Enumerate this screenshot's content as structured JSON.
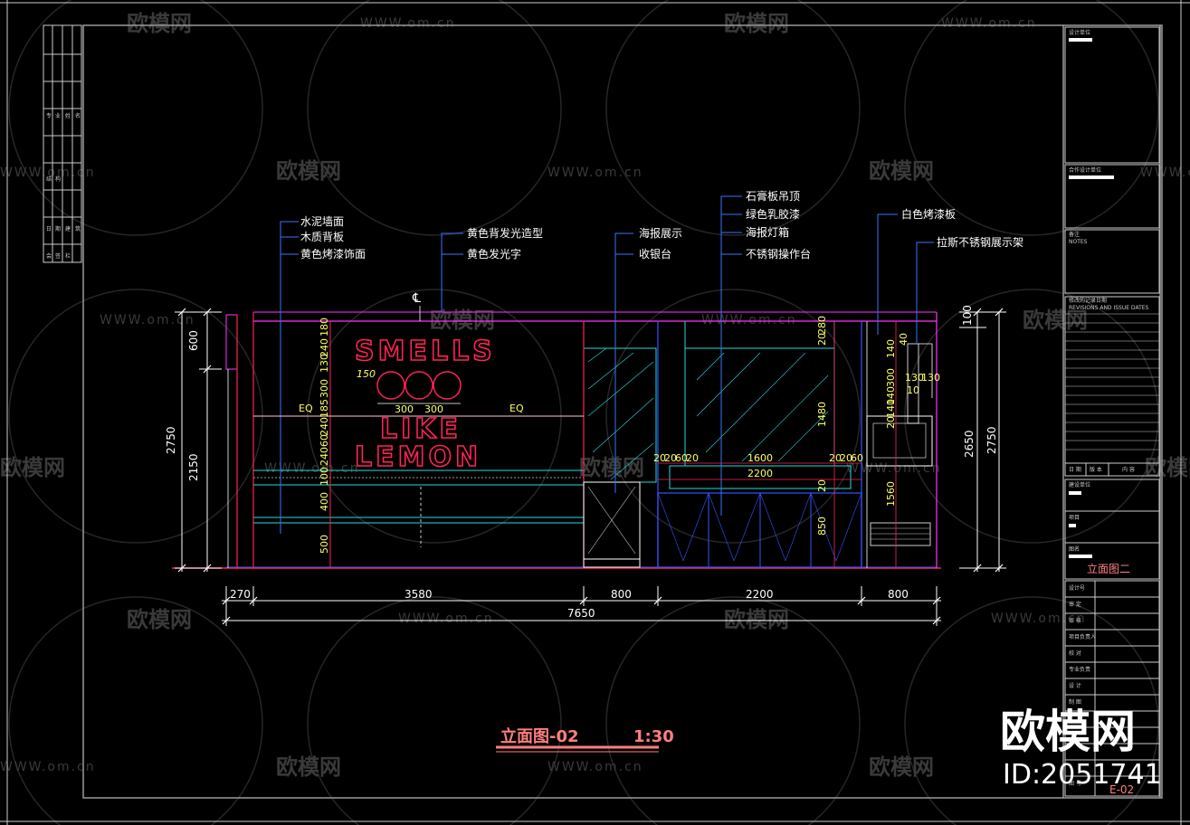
{
  "drawing": {
    "title": "立面图-02",
    "scale": "1:30",
    "sheet_name": "立面图二",
    "sheet_no": "E-02",
    "centerline": "℄"
  },
  "colors": {
    "background": "#000000",
    "frame": "#9a9a9a",
    "dimension": "#ffffff",
    "dimension_text": "#ffff66",
    "leader": "#3377ff",
    "wall": "#ff2255",
    "magenta": "#ff33ff",
    "cyan": "#22dddd",
    "green": "#33ff33",
    "title": "#ff7f7f"
  },
  "sign": {
    "line1": "SMELLS",
    "line2": "LIKE",
    "line3": "LEMON"
  },
  "annotations": {
    "group1": [
      "水泥墙面",
      "木质背板",
      "黄色烤漆饰面"
    ],
    "group2": [
      "黄色背发光造型",
      "黄色发光字"
    ],
    "group3": [
      "海报展示",
      "收银台"
    ],
    "group4": [
      "石膏板吊顶",
      "绿色乳胶漆",
      "海报灯箱",
      "不锈钢操作台"
    ],
    "group5": [
      "白色烤漆板"
    ],
    "group6": [
      "拉斯不锈钢展示架"
    ]
  },
  "dimensions": {
    "bottom": [
      "270",
      "3580",
      "800",
      "2200",
      "800"
    ],
    "total": "7650",
    "left": [
      "600",
      "2150",
      "2750"
    ],
    "right": [
      "2650",
      "2750",
      "100"
    ],
    "sign_vertical": [
      "180",
      "240",
      "130",
      "240",
      "300",
      "185",
      "240",
      "60",
      "240",
      "100",
      "240",
      "100",
      "400",
      "500"
    ],
    "sign_horizontal": [
      "300",
      "300",
      "150",
      "EQ",
      "EQ"
    ],
    "center": [
      "20",
      "280",
      "1480",
      "20",
      "850",
      "1600",
      "2200",
      "20",
      "20",
      "60",
      "20"
    ],
    "right_inner": [
      "40",
      "140",
      "300",
      "140",
      "140",
      "20",
      "130",
      "130",
      "10",
      "1560"
    ]
  },
  "title_block": {
    "fields": [
      "设计单位",
      "合作设计单位",
      "备注",
      "NOTES",
      "修改的记录日期",
      "REVISIONS AND ISSUE DATES",
      "日 期",
      "版 本",
      "内 容",
      "建设单位",
      "项目",
      "图名",
      "设计号",
      "审 定",
      "审 核",
      "项目负责人",
      "校 对",
      "专业负责",
      "设 计",
      "制 图",
      "图 号"
    ]
  },
  "watermark": {
    "brand": "欧模网",
    "url": "WWW.om.cn",
    "id": "ID:2051741"
  },
  "left_strip": [
    "会",
    "签",
    "栏",
    "专",
    "业",
    "姓",
    "名",
    "日",
    "期",
    "建",
    "筑",
    "结",
    "构"
  ]
}
